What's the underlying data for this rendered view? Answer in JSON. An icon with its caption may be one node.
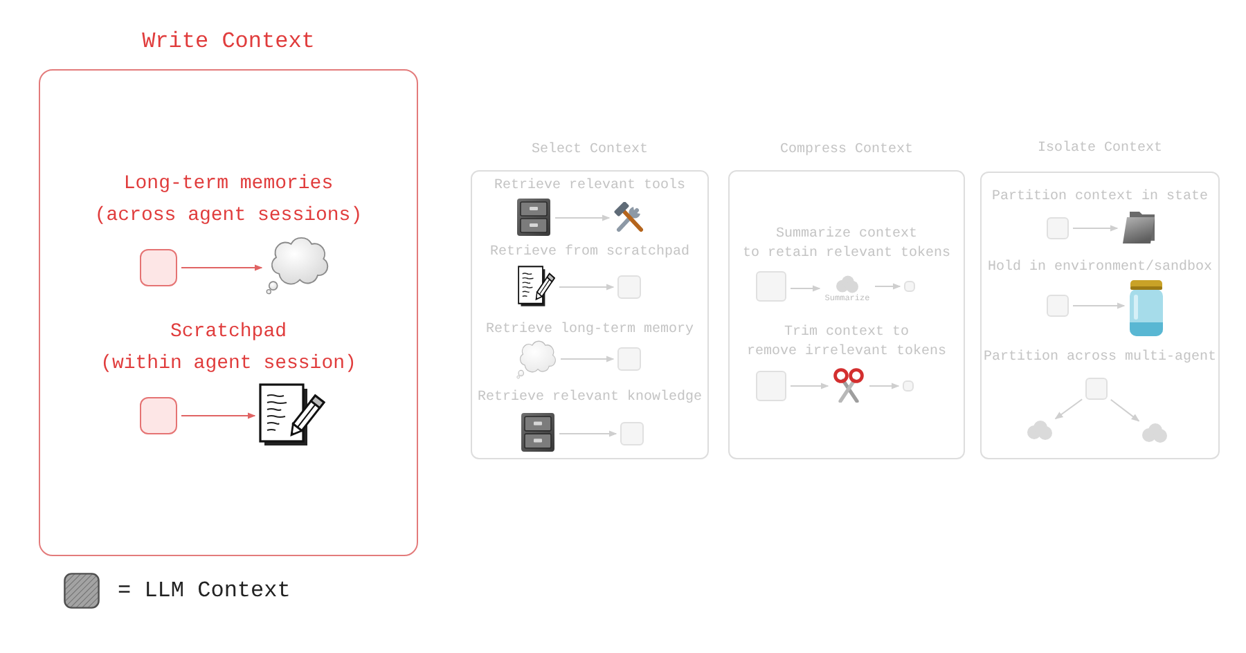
{
  "diagram": {
    "nodes": [
      {
        "text": [
          "Write Context"
        ]
      },
      {
        "text": [],
        "shape": "box",
        "in": 0
      },
      {
        "text": [],
        "shape": "cloud",
        "in": 0
      },
      {
        "text": [],
        "shape": "box",
        "in": 0
      },
      {
        "text": [],
        "shape": "picture",
        "in": 0
      },
      {
        "text": [
          "Select Context"
        ]
      },
      {
        "text": [],
        "shape": "picture",
        "in": 5
      },
      {
        "text": [],
        "shape": "picture",
        "in": 5
      },
      {
        "text": [],
        "shape": "picture",
        "in": 5
      },
      {
        "text": [],
        "shape": "box",
        "in": 5
      },
      {
        "text": [],
        "shape": "cloud",
        "in": 5
      },
      {
        "text": [],
        "shape": "box",
        "in": 5
      },
      {
        "text": [],
        "shape": "picture",
        "in": 5
      },
      {
        "text": [],
        "shape": "box",
        "in": 5
      },
      {
        "text": [
          "Compress Context"
        ]
      },
      {
        "text": [],
        "shape": "box",
        "in": 14
      },
      {
        "text": [
          "Summarize"
        ],
        "in": 14
      },
      {
        "text": [],
        "shape": "box",
        "in": 14
      },
      {
        "text": [],
        "shape": "box",
        "in": 14
      },
      {
        "text": [],
        "shape": "picture",
        "in": 14
      },
      {
        "text": [],
        "shape": "box",
        "in": 14
      },
      {
        "text": [
          "Isolate Context"
        ]
      },
      {
        "text": [],
        "shape": "box",
        "in": 21
      },
      {
        "text": [],
        "shape": "picture",
        "in": 21
      },
      {
        "text": [],
        "shape": "box",
        "in": 21
      },
      {
        "text": [],
        "shape": "picture",
        "in": 21
      },
      {
        "text": [],
        "shape": "box",
        "in": 21
      },
      {
        "text": [],
        "shape": "cloud",
        "in": 21
      },
      {
        "text": [],
        "shape": "cloud",
        "in": 21
      }
    ],
    "edges": [
      {
        "from": 1,
        "to": 2,
        "arrow": "to",
        "color": "#e06363"
      },
      {
        "from": 3,
        "to": 4,
        "arrow": "to",
        "color": "#e06363"
      },
      {
        "from": 6,
        "to": 7,
        "arrow": "to"
      },
      {
        "from": 8,
        "to": 9,
        "arrow": "to"
      },
      {
        "from": 10,
        "to": 11,
        "arrow": "to"
      },
      {
        "from": 12,
        "to": 13,
        "arrow": "to"
      },
      {
        "from": 15,
        "to": 16,
        "arrow": "to"
      },
      {
        "from": 16,
        "to": 17,
        "arrow": "to"
      },
      {
        "from": 18,
        "to": 19,
        "arrow": "to"
      },
      {
        "from": 19,
        "to": 20,
        "arrow": "to"
      },
      {
        "from": 22,
        "to": 23,
        "arrow": "to"
      },
      {
        "from": 24,
        "to": 25,
        "arrow": "to"
      },
      {
        "from": 26,
        "to": 27,
        "arrow": "to"
      },
      {
        "from": 26,
        "to": 28,
        "arrow": "to"
      }
    ],
    "labels": [
      "Long-term memories (across agent sessions)",
      "Scratchpad (within agent session)",
      "Retrieve relevant tools",
      "Retrieve from scratchpad",
      "Retrieve long-term memory",
      "Retrieve relevant knowledge",
      "Summarize context to retain relevant tokens",
      "Trim context to remove irrelevant tokens",
      "Partition context in state",
      "Hold in environment/sandbox",
      "Partition across multi-agent"
    ],
    "legend": [
      {
        "text": "= LLM Context",
        "color": "#a3a3a3"
      }
    ]
  }
}
